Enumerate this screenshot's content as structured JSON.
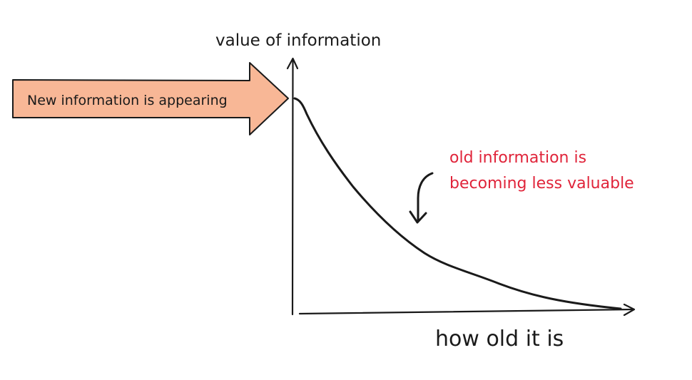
{
  "diagram": {
    "y_axis_label": "value of information",
    "x_axis_label": "how old it is",
    "arrow_label": "New information is appearing",
    "annotation_lines": [
      "old information is",
      "becoming less valuable"
    ],
    "colors": {
      "ink": "#1a1a1a",
      "arrow_fill": "#f8b796",
      "annotation": "#e0243a"
    },
    "curve_shape": "exponential-decay"
  }
}
